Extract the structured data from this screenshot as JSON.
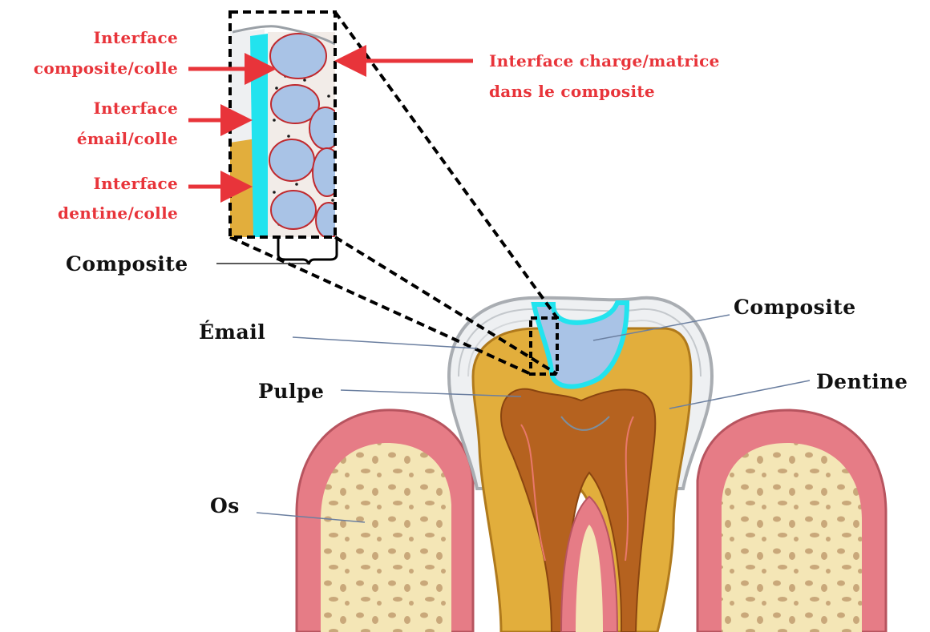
{
  "labels": {
    "interface_composite_colle": [
      "Interface",
      "composite/colle"
    ],
    "interface_email_colle": [
      "Interface",
      "émail/colle"
    ],
    "interface_dentine_colle": [
      "Interface",
      "dentine/colle"
    ],
    "interface_charge_matrice": [
      "Interface charge/matrice",
      "dans le composite"
    ],
    "composite_inset": "Composite",
    "email": "Émail",
    "pulpe": "Pulpe",
    "os": "Os",
    "composite_tooth": "Composite",
    "dentine": "Dentine"
  },
  "colors": {
    "interface_text": "#e8343a",
    "label_text": "#111111",
    "adhesive_layer": "#22e3ee",
    "filler_particles": "#a9c3e6",
    "enamel": "#e9ecef",
    "dentine": "#e2ae3c",
    "pulp": "#b5621f",
    "gum": "#e67c86",
    "bone": "#f4e6b6"
  }
}
